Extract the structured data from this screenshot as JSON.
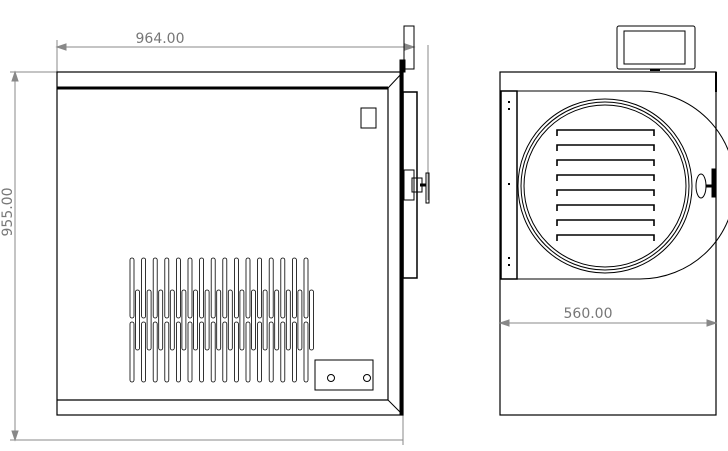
{
  "dimensions": {
    "width_side": "964.00",
    "height": "955.00",
    "width_front": "560.00"
  },
  "vent": {
    "columns": 16
  },
  "colors": {
    "line": "#000000",
    "dimension": "#888888"
  }
}
